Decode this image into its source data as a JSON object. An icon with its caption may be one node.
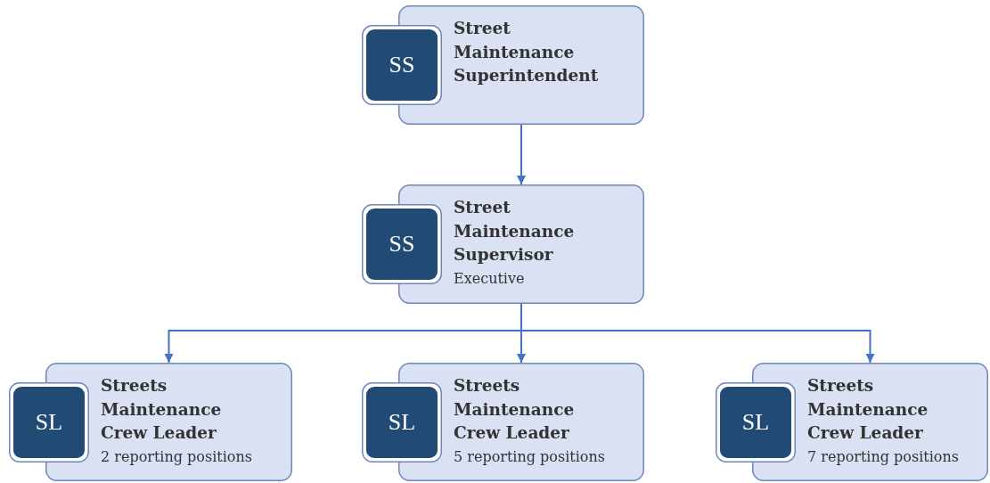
{
  "diagram": {
    "nodes": [
      {
        "text": [
          "SS",
          "Street Maintenance Superintendent"
        ]
      },
      {
        "text": [
          "SS",
          "Street Maintenance Supervisor",
          "Executive"
        ]
      },
      {
        "text": [
          "SL",
          "Streets Maintenance Crew Leader",
          "2 reporting positions"
        ]
      },
      {
        "text": [
          "SL",
          "Streets Maintenance Crew Leader",
          "5 reporting positions"
        ]
      },
      {
        "text": [
          "SL",
          "Streets Maintenance Crew Leader",
          "7 reporting positions"
        ]
      }
    ],
    "edges": [
      {
        "from": 0,
        "to": 1,
        "arrow": "to"
      },
      {
        "from": 1,
        "to": 2,
        "arrow": "to"
      },
      {
        "from": 1,
        "to": 3,
        "arrow": "to"
      },
      {
        "from": 1,
        "to": 4,
        "arrow": "to"
      }
    ]
  }
}
